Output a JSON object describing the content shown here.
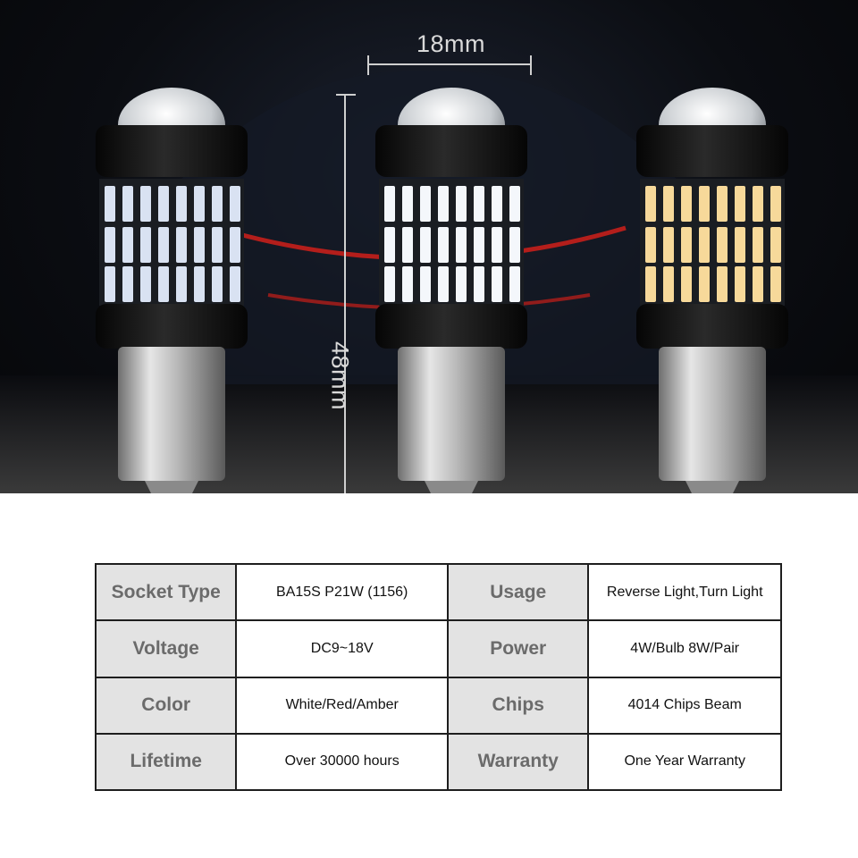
{
  "photo": {
    "width_label": "18mm",
    "height_label": "48mm",
    "led_colors": {
      "red_variant": "#d9e2f2",
      "white_variant": "#f4f7fb",
      "amber_variant": "#f7d99a"
    },
    "accent_glow": "#d0201a"
  },
  "specs": {
    "rows": [
      {
        "k1": "Socket Type",
        "v1": "BA15S P21W (1156)",
        "k2": "Usage",
        "v2": "Reverse Light,Turn Light"
      },
      {
        "k1": "Voltage",
        "v1": "DC9~18V",
        "k2": "Power",
        "v2": "4W/Bulb 8W/Pair"
      },
      {
        "k1": "Color",
        "v1": "White/Red/Amber",
        "k2": "Chips",
        "v2": "4014 Chips Beam"
      },
      {
        "k1": "Lifetime",
        "v1": "Over 30000 hours",
        "k2": "Warranty",
        "v2": "One Year Warranty"
      }
    ]
  }
}
